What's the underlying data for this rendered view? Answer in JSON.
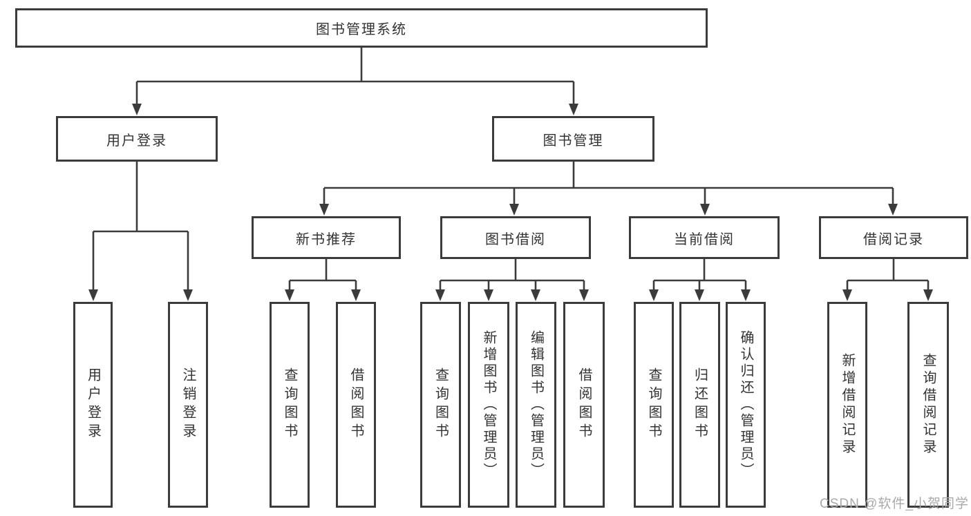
{
  "diagram": {
    "root": {
      "label": "图书管理系统"
    },
    "branches": {
      "user": {
        "label": "用户登录",
        "children": [
          "用户登录",
          "注销登录"
        ]
      },
      "book": {
        "label": "图书管理",
        "sections": [
          {
            "label": "新书推荐",
            "children": [
              "查询图书",
              "借阅图书"
            ]
          },
          {
            "label": "图书借阅",
            "children": [
              "查询图书",
              "新增图书（管理员）",
              "编辑图书（管理员）",
              "借阅图书"
            ]
          },
          {
            "label": "当前借阅",
            "children": [
              "查询图书",
              "归还图书",
              "确认归还（管理员）"
            ]
          },
          {
            "label": "借阅记录",
            "children": [
              "新增借阅记录",
              "查询借阅记录"
            ]
          }
        ]
      }
    }
  },
  "watermark": {
    "text": "CSDN @软件_小贺同学"
  },
  "colors": {
    "line": "#3b3b3b",
    "box_border": "#3b3b3b",
    "box_fill": "#ffffff",
    "text": "#333333",
    "background": "#ffffff",
    "watermark": "#a9a9a9"
  }
}
